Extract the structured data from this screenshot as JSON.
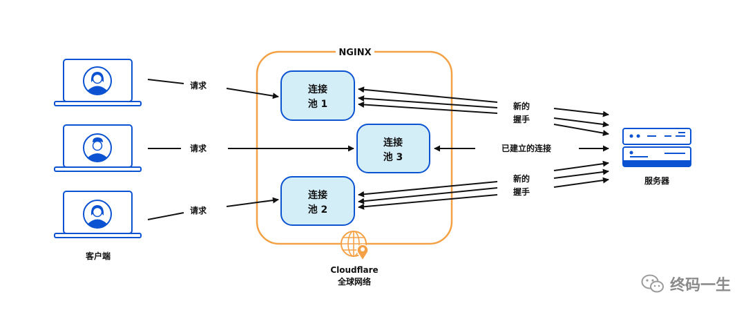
{
  "diagram": {
    "nginx_label": "NGINX",
    "request_label": "请求",
    "pools": [
      {
        "line1": "连接",
        "line2": "池 1"
      },
      {
        "line1": "连接",
        "line2": "池 3"
      },
      {
        "line1": "连接",
        "line2": "池 2"
      }
    ],
    "new_handshake": {
      "line1": "新的",
      "line2": "握手"
    },
    "established_label": "已建立的连接",
    "server_label": "服务器",
    "client_label": "客户端",
    "network": {
      "line1": "Cloudflare",
      "line2": "全球网络"
    },
    "watermark": "终码一生",
    "colors": {
      "orange": "#f4a146",
      "blue": "#0a52d1",
      "pool_fill": "#d4eef8",
      "laptop_fill": "#ffffff"
    }
  }
}
